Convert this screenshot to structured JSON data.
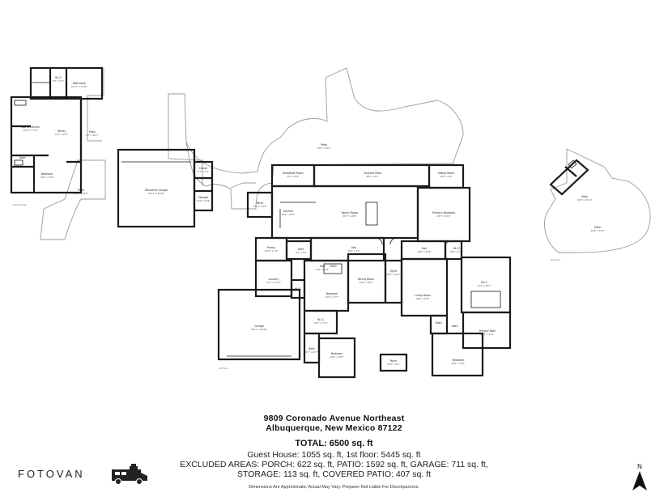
{
  "address_line1": "9809 Coronado Avenue Northeast",
  "address_line2": "Albuquerque, New Mexico 87122",
  "total": "TOTAL: 6500 sq. ft",
  "measurements": [
    "Guest House: 1055 sq. ft, 1st floor: 5445 sq. ft",
    "EXCLUDED AREAS: PORCH: 622 sq. ft, PATIO: 1592 sq. ft, GARAGE: 711 sq. ft,",
    "STORAGE: 113 sq. ft, COVERED PATIO: 407 sq. ft"
  ],
  "disclaimer": "Dimensions Are Approximate, Actual May Vary. Preparer Not Liable For Discrepancies.",
  "logo_text": "FOTOVAN",
  "north_label": "N",
  "annotations": {
    "guest_floor": "Guest House",
    "main_floor": "1st Floor",
    "patio_floor": "2nd Floor"
  },
  "rooms": {
    "bathroom_g": "Bathroom",
    "wic_g": "W.I.C",
    "bar_kitchen": "Bar w Kitchen",
    "family_g": "Family",
    "patio_g": "Patio",
    "bath_g": "Bath",
    "bedroom_g": "Bedroom",
    "patio_g2": "Patio",
    "detached_garage": "Detached Garage",
    "closet": "Closet",
    "storage": "Storage",
    "patio_top": "Patio",
    "breakfast": "Breakfast Room",
    "covered_patio": "Covered Patio",
    "sitting_room": "Sitting Room",
    "family_room": "Family Room",
    "kitchen": "Kitchen",
    "primary_bedroom": "Primary Bedroom",
    "porch_left": "Porch",
    "pantry": "Pantry",
    "bath_main": "Bath",
    "hall_main": "Hall",
    "hall_2": "Hall",
    "hall_3": "Hall",
    "wic_m": "W.I.C",
    "laundry": "Laundry",
    "wic_2": "W.I.C",
    "dining": "Dining Room",
    "foyer": "Foyer",
    "bath_2": "Bath",
    "bedroom_2": "Bedroom",
    "living": "Living Room",
    "primary_wic": "W.I.C",
    "garage": "Garage",
    "wic_3": "W.I.C",
    "bath_3": "Bath",
    "bedroom_3": "Bedroom",
    "porch_front": "Porch",
    "bath_4": "Bath",
    "primary_bath": "Primary Bath",
    "bedroom_4": "Bedroom",
    "bath_p": "Bath",
    "patio_right": "Patio",
    "patio_right2": "Patio"
  }
}
